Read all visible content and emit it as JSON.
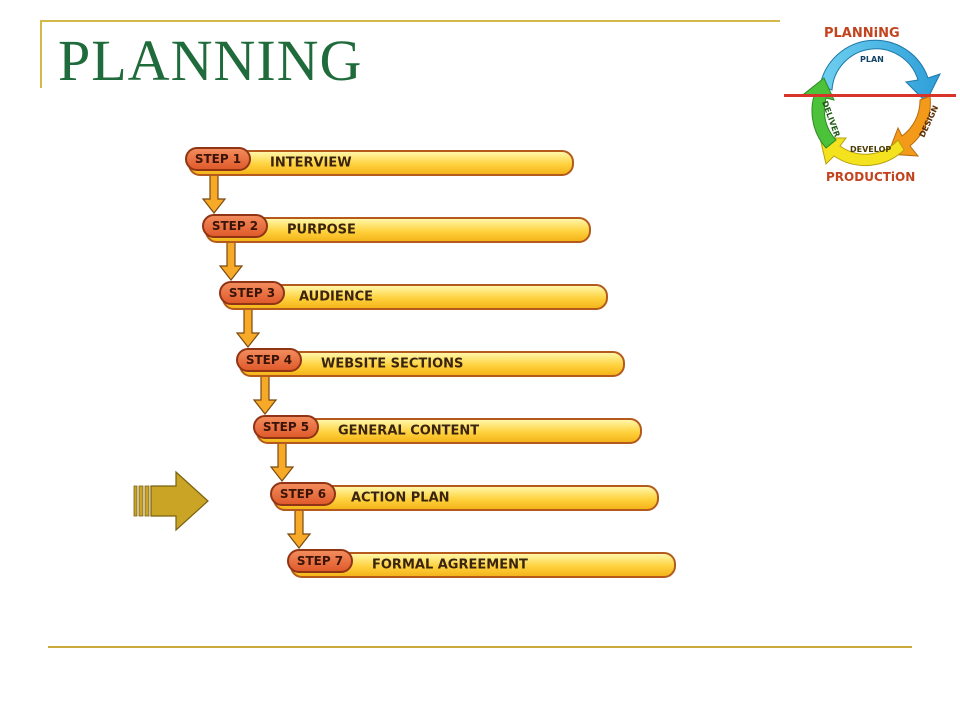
{
  "slide": {
    "title": "PLANNING"
  },
  "logo": {
    "top_text": "PLANNiNG",
    "bottom_text": "PRODUCTiON",
    "cycle": [
      "PLAN",
      "DESIGN",
      "DEVELOP",
      "DELIVER"
    ],
    "icon": "planning-cycle-icon"
  },
  "steps": [
    {
      "badge": "STEP 1",
      "label": "INTERVIEW"
    },
    {
      "badge": "STEP 2",
      "label": "PURPOSE"
    },
    {
      "badge": "STEP 3",
      "label": "AUDIENCE"
    },
    {
      "badge": "STEP 4",
      "label": "WEBSITE  SECTIONS"
    },
    {
      "badge": "STEP 5",
      "label": "GENERAL CONTENT"
    },
    {
      "badge": "STEP 6",
      "label": "ACTION PLAN"
    },
    {
      "badge": "STEP 7",
      "label": "FORMAL AGREEMENT"
    }
  ],
  "pointer": {
    "icon": "right-arrow-icon",
    "target_step": 6
  },
  "colors": {
    "title": "#1f6b3b",
    "frame": "#d4b84a",
    "bar_fill": "#ffd23f",
    "badge_fill": "#e05a2b",
    "pointer_fill": "#c9a425"
  }
}
